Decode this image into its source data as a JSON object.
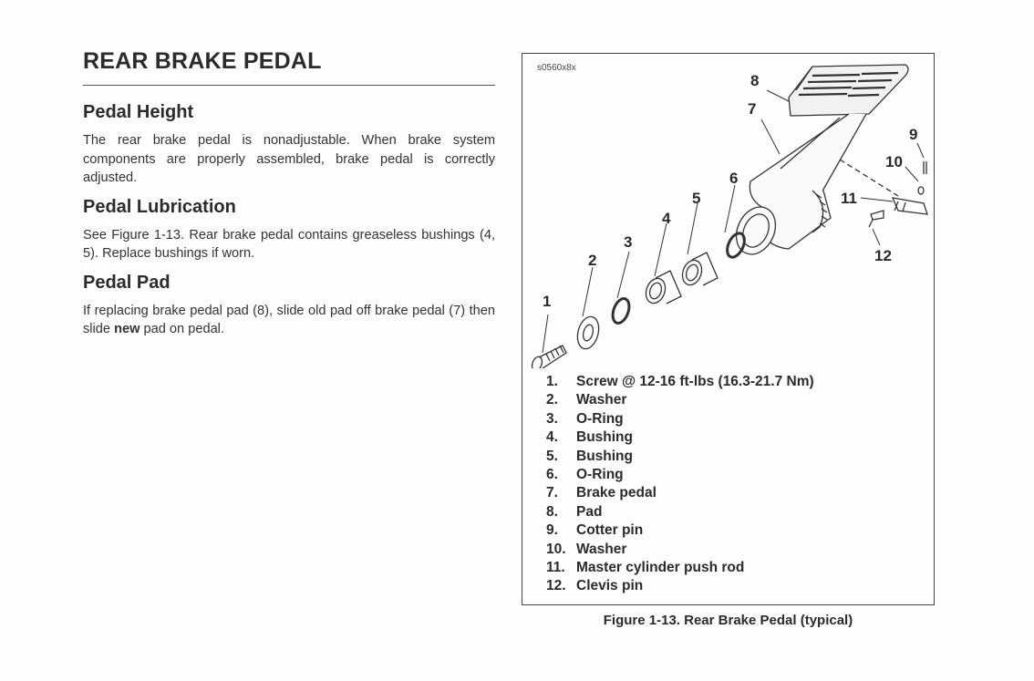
{
  "page": {
    "title": "REAR BRAKE PEDAL",
    "sections": [
      {
        "heading": "Pedal Height",
        "text": "The rear brake pedal is nonadjustable. When brake system components are properly assembled, brake pedal is correctly adjusted."
      },
      {
        "heading": "Pedal Lubrication",
        "text": "See Figure 1-13. Rear brake pedal contains greaseless bushings (4, 5). Replace bushings if worn."
      },
      {
        "heading": "Pedal Pad",
        "text_before": "If replacing brake pedal pad (8), slide old pad off brake pedal (7) then slide ",
        "text_bold": "new",
        "text_after": " pad on pedal."
      }
    ]
  },
  "figure": {
    "code": "s0560x8x",
    "callouts": [
      "1",
      "2",
      "3",
      "4",
      "5",
      "6",
      "7",
      "8",
      "9",
      "10",
      "11",
      "12"
    ],
    "legend": [
      {
        "num": "1.",
        "label": "Screw @ 12-16 ft-lbs (16.3-21.7 Nm)"
      },
      {
        "num": "2.",
        "label": "Washer"
      },
      {
        "num": "3.",
        "label": "O-Ring"
      },
      {
        "num": "4.",
        "label": "Bushing"
      },
      {
        "num": "5.",
        "label": "Bushing"
      },
      {
        "num": "6.",
        "label": "O-Ring"
      },
      {
        "num": "7.",
        "label": "Brake pedal"
      },
      {
        "num": "8.",
        "label": "Pad"
      },
      {
        "num": "9.",
        "label": "Cotter pin"
      },
      {
        "num": "10.",
        "label": "Washer"
      },
      {
        "num": "11.",
        "label": "Master cylinder push rod"
      },
      {
        "num": "12.",
        "label": "Clevis pin"
      }
    ],
    "caption": "Figure 1-13. Rear Brake Pedal (typical)"
  }
}
